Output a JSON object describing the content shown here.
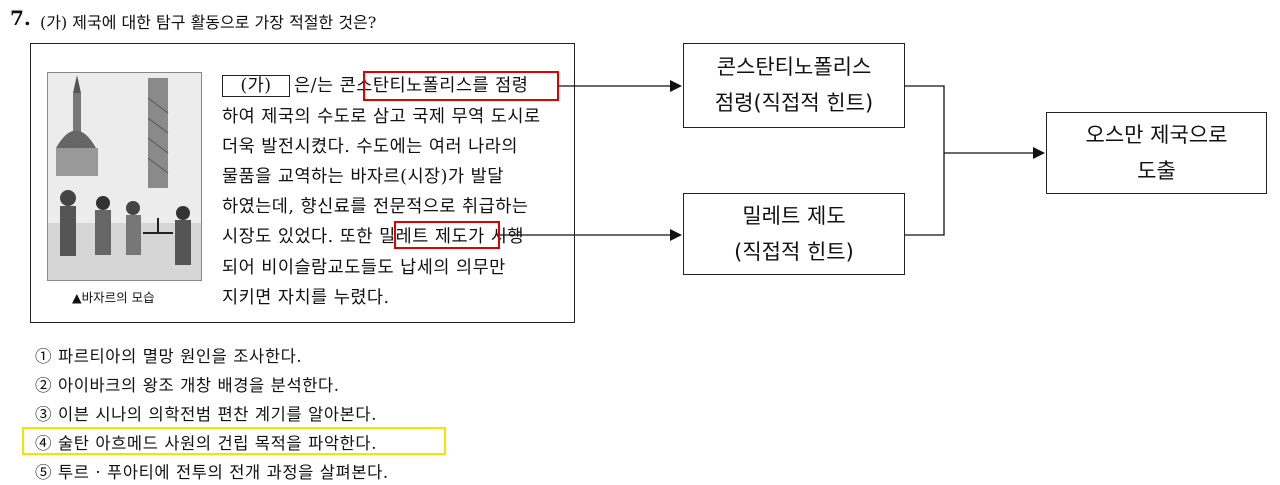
{
  "question": {
    "number": "7.",
    "text": "(가) 제국에 대한 탐구 활동으로 가장 적절한 것은?"
  },
  "passage": {
    "blank_label": "(가)",
    "line1_after_blank": "은/는 ",
    "line1_highlight": "콘스탄티노폴리스를 점령",
    "lines": [
      "하여 제국의 수도로 삼고 국제 무역 도시로",
      "더욱 발전시켰다. 수도에는 여러 나라의",
      "물품을 교역하는 바자르(시장)가 발달",
      "하였는데, 향신료를 전문적으로 취급하는"
    ],
    "line6_before": "시장도 있었다. 또한 ",
    "line6_highlight": "밀레트 제도",
    "line6_after": "가 시행",
    "lines_end": [
      "되어 비이슬람교도들도 납세의 의무만",
      "지키면 자치를 누렸다."
    ],
    "figure_caption": "▲바자르의 모습"
  },
  "hints": {
    "hint1_line1": "콘스탄티노폴리스",
    "hint1_line2": "점령(직접적 힌트)",
    "hint2_line1": "밀레트 제도",
    "hint2_line2": "(직접적 힌트)",
    "conclusion_line1": "오스만 제국으로",
    "conclusion_line2": "도출"
  },
  "choices": [
    "① 파르티아의 멸망 원인을 조사한다.",
    "② 아이바크의 왕조 개창 배경을 분석한다.",
    "③ 이븐 시나의 의학전범 편찬 계기를 알아본다.",
    "④ 술탄 아흐메드 사원의 건립 목적을 파악한다.",
    "⑤ 투르 · 푸아티에 전투의 전개 과정을 살펴본다."
  ],
  "colors": {
    "highlight_red": "#e00000",
    "highlight_yellow": "#f2e600",
    "line": "#111111"
  }
}
